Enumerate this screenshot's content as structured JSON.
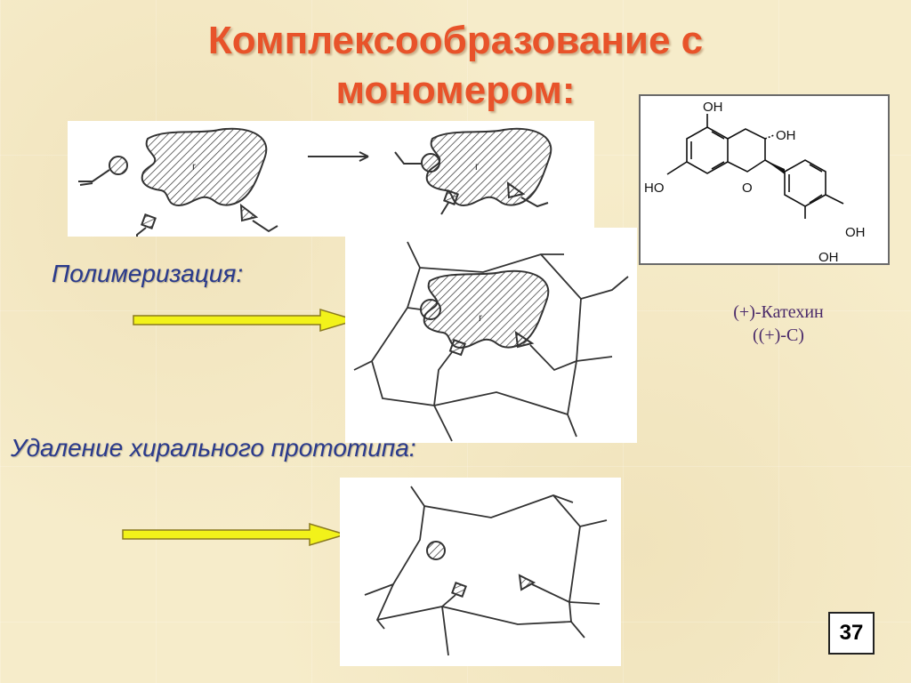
{
  "slide": {
    "title_line1": "Комплексообразование с",
    "title_line2": "мономером:",
    "polymerization_label": "Полимеризация:",
    "removal_label": "Удаление хирального прототипа:",
    "caption_line1": "(+)-Катехин",
    "caption_line2": "((+)-C)",
    "page_number": "37"
  },
  "structure": {
    "labels": {
      "oh_top": "OH",
      "oh_right": "OH",
      "ho_left": "HO",
      "oh_ring_o": "O",
      "oh_b1": "OH",
      "oh_b2": "OH"
    }
  },
  "colors": {
    "title": "#e8532a",
    "label": "#2a3a8c",
    "arrow_fill": "#f2f21a",
    "arrow_stroke": "#8a7a20"
  }
}
